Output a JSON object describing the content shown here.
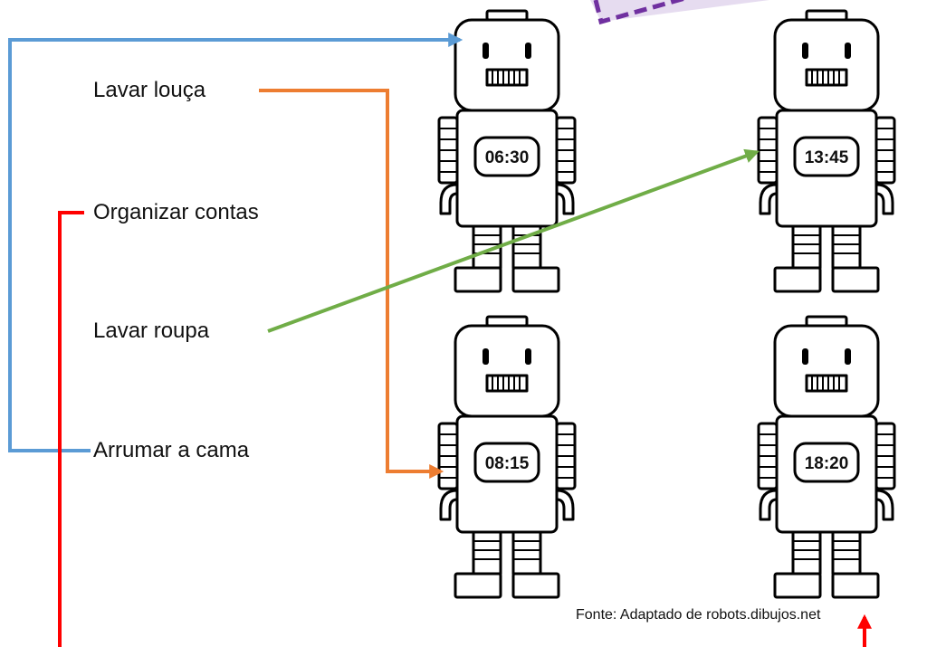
{
  "tasks": {
    "lavar_louca": "Lavar louça",
    "organizar_contas": "Organizar contas",
    "lavar_roupa": "Lavar roupa",
    "arrumar_cama": "Arrumar a cama"
  },
  "robots": {
    "top_left": "06:30",
    "top_right": "13:45",
    "bottom_left": "08:15",
    "bottom_right": "18:20"
  },
  "source_note": "Fonte: Adaptado de robots.dibujos.net",
  "colors": {
    "blue": "#5b9bd5",
    "orange": "#ed7d31",
    "green": "#70ad47",
    "red": "#ff0000",
    "purple": "#7030a0",
    "lavender": "#e6dcf0"
  }
}
